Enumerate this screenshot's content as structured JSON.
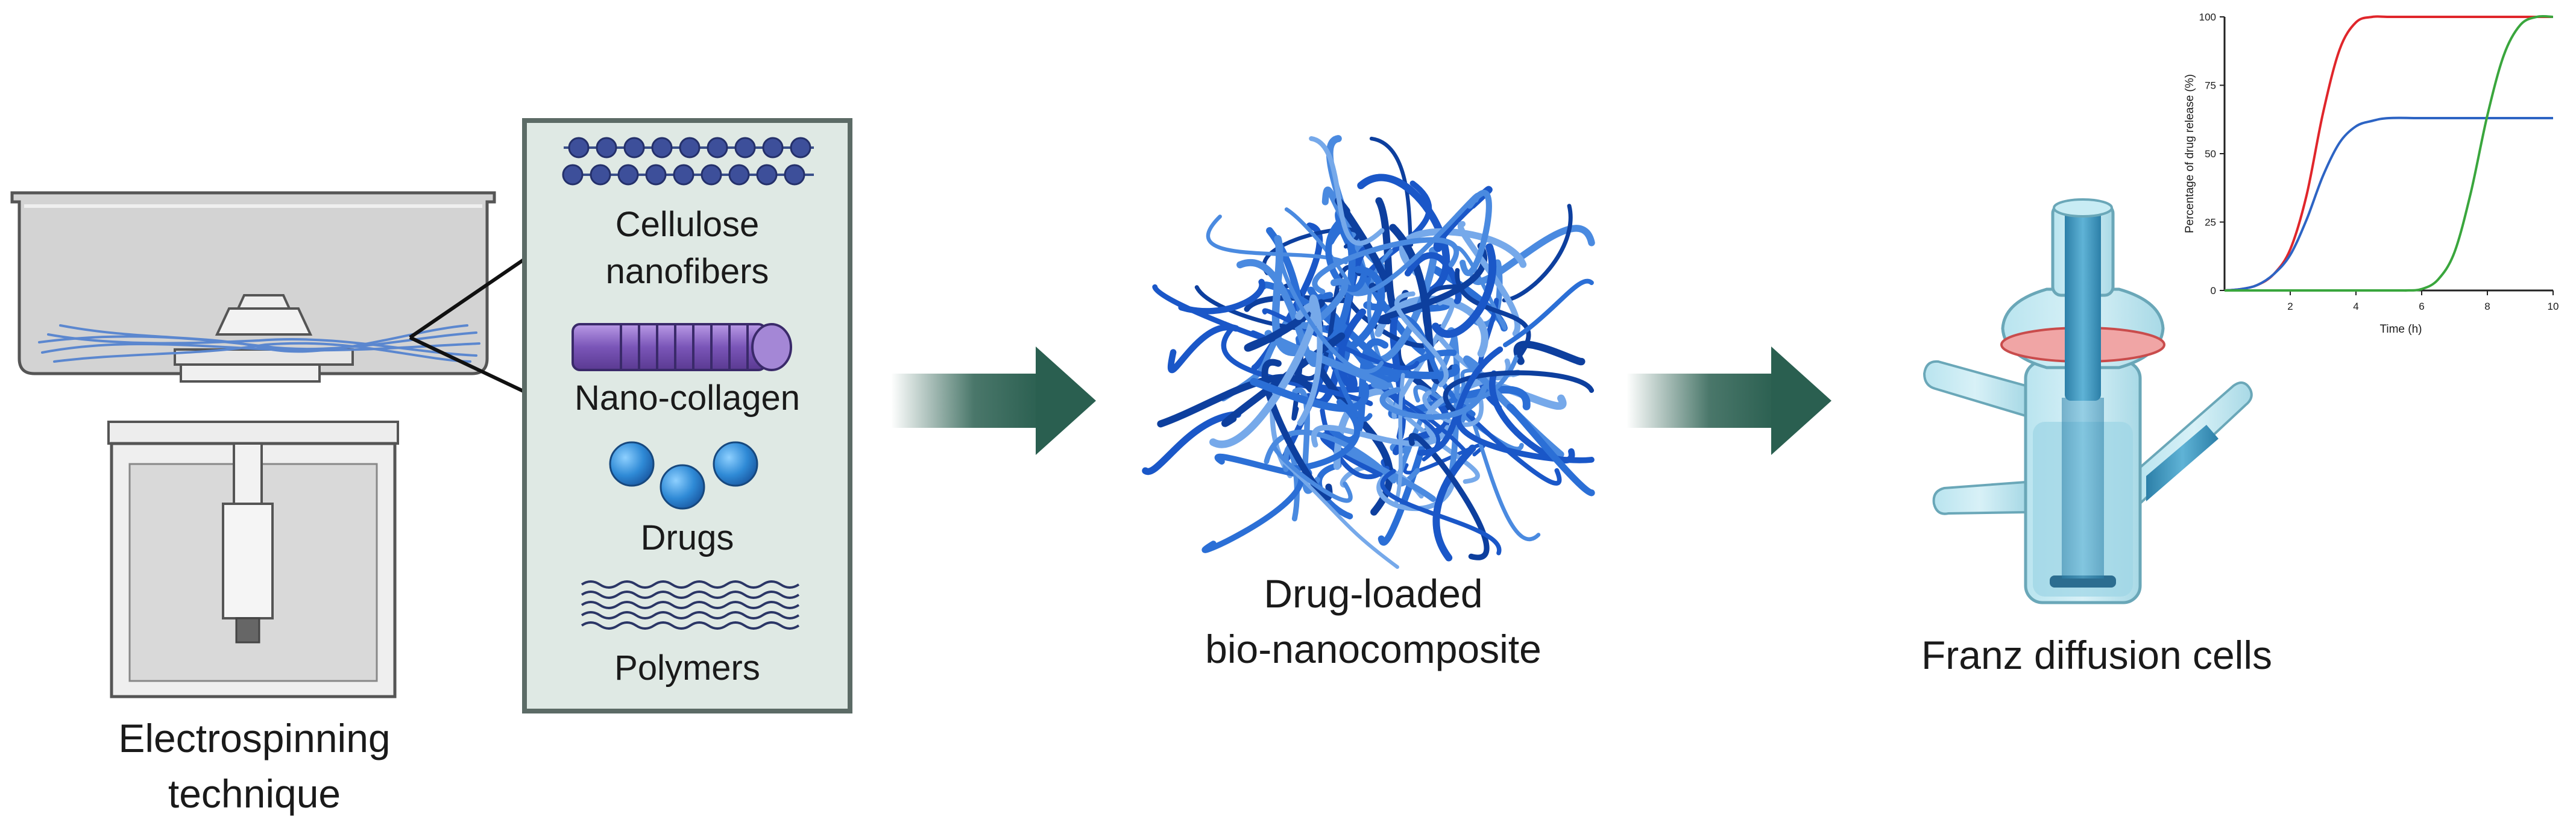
{
  "electrospinning": {
    "label_line1": "Electrospinning",
    "label_line2": "technique"
  },
  "components": {
    "items": [
      {
        "label": "Cellulose",
        "label2": "nanofibers"
      },
      {
        "label": "Nano-collagen"
      },
      {
        "label": "Drugs"
      },
      {
        "label": "Polymers"
      }
    ]
  },
  "composite": {
    "label_line1": "Drug-loaded",
    "label_line2": "bio-nanocomposite"
  },
  "franz": {
    "label": "Franz diffusion cells"
  },
  "colors": {
    "arrow": "#2a5f50",
    "panel_bg": "#dfe9e4",
    "panel_border": "#5c6b66",
    "fiber": "#1a57c8",
    "drug": "#2f7fd0",
    "collagen": "#7a55b8"
  },
  "chart_data": {
    "type": "line",
    "title": "",
    "xlabel": "Time (h)",
    "ylabel": "Percentage of drug release (%)",
    "xlim": [
      0,
      10
    ],
    "ylim": [
      0,
      100
    ],
    "xticks": [
      "2",
      "4",
      "6",
      "8",
      "10"
    ],
    "yticks": [
      "0",
      "25",
      "50",
      "75",
      "100"
    ],
    "legend": "none",
    "grid": false,
    "series": [
      {
        "color": "#e0262b",
        "x": [
          0,
          0.5,
          1,
          1.5,
          2,
          2.5,
          3,
          3.5,
          4,
          4.5,
          5,
          6,
          7,
          8,
          9,
          10
        ],
        "y": [
          0,
          0.5,
          2,
          6,
          15,
          35,
          65,
          88,
          98,
          100,
          100,
          100,
          100,
          100,
          100,
          100
        ]
      },
      {
        "color": "#2d64c4",
        "x": [
          0,
          0.5,
          1,
          1.5,
          2,
          2.5,
          3,
          3.5,
          4,
          4.5,
          5,
          6,
          7,
          8,
          9,
          10
        ],
        "y": [
          0,
          0.5,
          2,
          6,
          13,
          26,
          42,
          54,
          60,
          62,
          63,
          63,
          63,
          63,
          63,
          63
        ]
      },
      {
        "color": "#3aa63d",
        "x": [
          0,
          5,
          5.5,
          6,
          6.5,
          7,
          7.5,
          8,
          8.5,
          9,
          9.5,
          10
        ],
        "y": [
          0,
          0,
          0,
          0.5,
          4,
          14,
          36,
          64,
          86,
          97,
          100,
          100
        ]
      }
    ]
  }
}
